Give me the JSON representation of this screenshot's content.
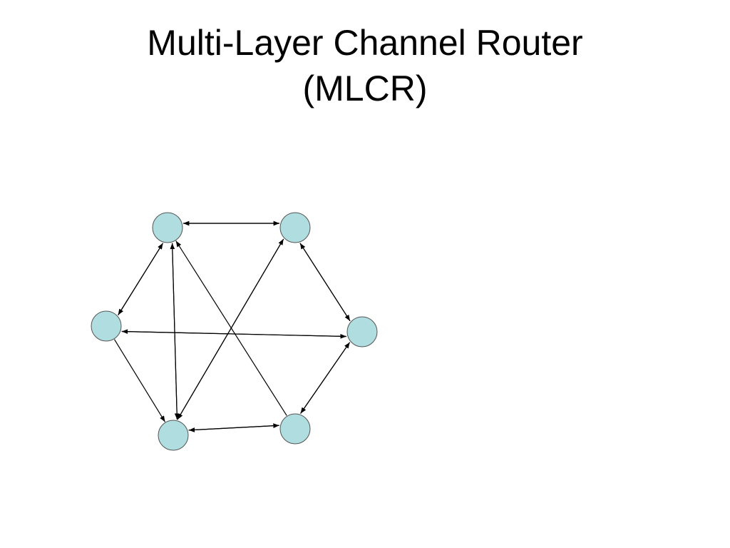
{
  "slide": {
    "title_line1": "Multi-Layer Channel Router",
    "title_line2": "(MLCR)"
  },
  "diagram": {
    "node_fill": "#b0dde0",
    "node_stroke": "#555555",
    "edge_color": "#000000",
    "nodes": [
      {
        "id": "top-left"
      },
      {
        "id": "top-right"
      },
      {
        "id": "middle-left"
      },
      {
        "id": "middle-right"
      },
      {
        "id": "bottom-left"
      },
      {
        "id": "bottom-right"
      }
    ],
    "edges": [
      {
        "from": "top-left",
        "to": "top-right"
      },
      {
        "from": "top-right",
        "to": "top-left"
      },
      {
        "from": "top-left",
        "to": "middle-left"
      },
      {
        "from": "middle-left",
        "to": "top-left"
      },
      {
        "from": "top-left",
        "to": "bottom-left"
      },
      {
        "from": "bottom-left",
        "to": "top-left"
      },
      {
        "from": "bottom-right",
        "to": "top-left"
      },
      {
        "from": "middle-right",
        "to": "top-right"
      },
      {
        "from": "top-right",
        "to": "middle-right"
      },
      {
        "from": "bottom-left",
        "to": "top-right"
      },
      {
        "from": "top-right",
        "to": "bottom-left"
      },
      {
        "from": "middle-right",
        "to": "middle-left"
      },
      {
        "from": "middle-left",
        "to": "middle-right"
      },
      {
        "from": "middle-left",
        "to": "bottom-left"
      },
      {
        "from": "bottom-right",
        "to": "middle-right"
      },
      {
        "from": "middle-right",
        "to": "bottom-right"
      },
      {
        "from": "bottom-left",
        "to": "bottom-right"
      },
      {
        "from": "bottom-right",
        "to": "bottom-left"
      }
    ]
  }
}
